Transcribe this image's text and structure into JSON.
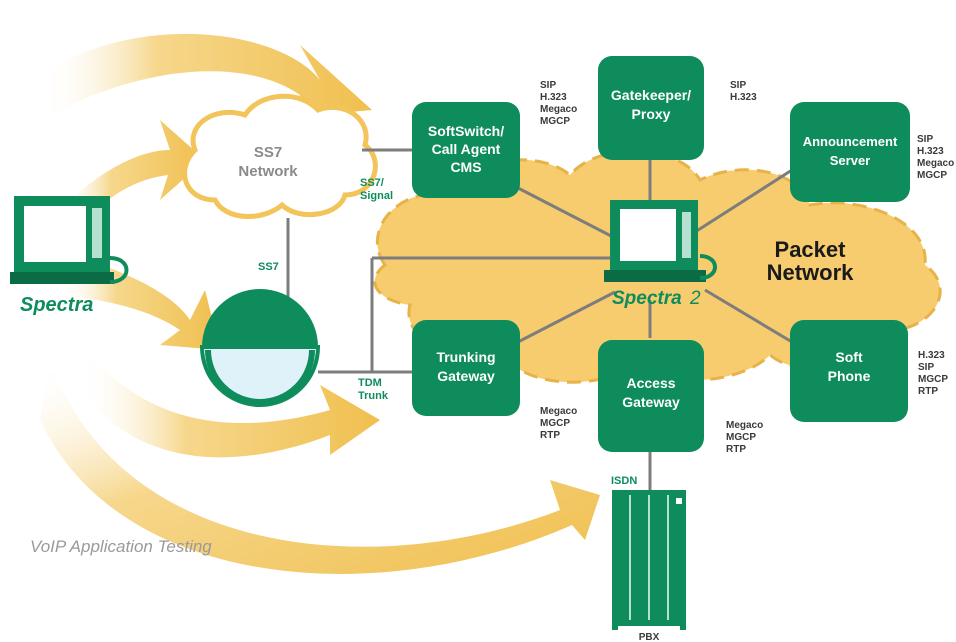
{
  "caption": "VoIP Application Testing",
  "colors": {
    "green": "#0e8c5c",
    "green_dark": "#0a6b45",
    "gold": "#f2c45a",
    "gold_light": "#fbe7b2",
    "line": "#7a7a7a"
  },
  "labels": {
    "spectra": "Spectra",
    "spectra2_word": "Spectra",
    "spectra2_num": "2",
    "ss7_network_l1": "SS7",
    "ss7_network_l2": "Network",
    "ss7_link": "SS7",
    "ss7_signal_l1": "SS7/",
    "ss7_signal_l2": "Signal",
    "tdm_l1": "TDM",
    "tdm_l2": "Trunk",
    "isdn": "ISDN",
    "pbx": "PBX",
    "packet_l1": "Packet",
    "packet_l2": "Network"
  },
  "boxes": {
    "softswitch": [
      "SoftSwitch/",
      "Call Agent",
      "CMS"
    ],
    "gatekeeper": [
      "Gatekeeper/",
      "Proxy"
    ],
    "announcement": [
      "Announcement",
      "Server"
    ],
    "trunking": [
      "Trunking",
      "Gateway"
    ],
    "access": [
      "Access",
      "Gateway"
    ],
    "softphone": [
      "Soft",
      "Phone"
    ]
  },
  "protocols": {
    "softswitch": [
      "SIP",
      "H.323",
      "Megaco",
      "MGCP"
    ],
    "gatekeeper": [
      "SIP",
      "H.323"
    ],
    "announcement": [
      "SIP",
      "H.323",
      "Megaco",
      "MGCP"
    ],
    "trunking": [
      "Megaco",
      "MGCP",
      "RTP"
    ],
    "access": [
      "Megaco",
      "MGCP",
      "RTP"
    ],
    "softphone": [
      "H.323",
      "SIP",
      "MGCP",
      "RTP"
    ]
  }
}
